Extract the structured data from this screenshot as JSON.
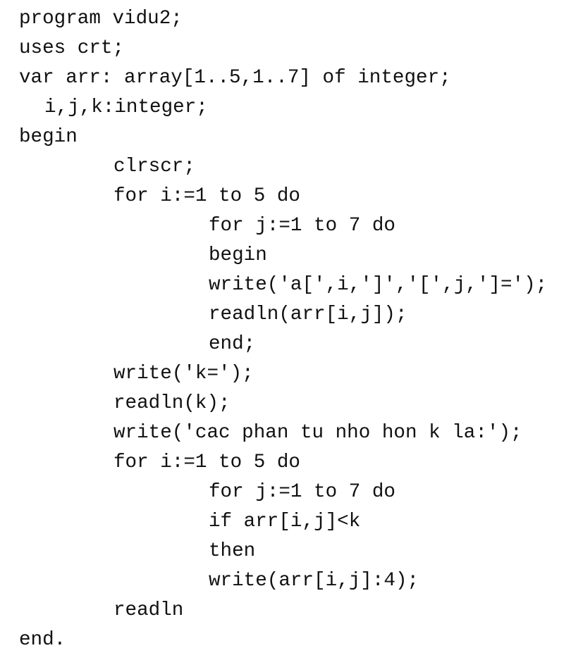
{
  "code_lines": [
    {
      "text": "program vidu2;",
      "indent": 0
    },
    {
      "text": "uses crt;",
      "indent": 0
    },
    {
      "text": "var arr: array[1..5,1..7] of integer;",
      "indent": 0
    },
    {
      "text": "i,j,k:integer;",
      "indent": 1
    },
    {
      "text": "begin",
      "indent": 0
    },
    {
      "text": "clrscr;",
      "indent": 2
    },
    {
      "text": "for i:=1 to 5 do",
      "indent": 2
    },
    {
      "text": "for j:=1 to 7 do",
      "indent": 3
    },
    {
      "text": "begin",
      "indent": 3
    },
    {
      "text": "write('a[',i,']','[',j,']=');",
      "indent": 3
    },
    {
      "text": "readln(arr[i,j]);",
      "indent": 3
    },
    {
      "text": "end;",
      "indent": 3
    },
    {
      "text": "write('k=');",
      "indent": 2
    },
    {
      "text": "readln(k);",
      "indent": 2
    },
    {
      "text": "write('cac phan tu nho hon k la:');",
      "indent": 2
    },
    {
      "text": "for i:=1 to 5 do",
      "indent": 2
    },
    {
      "text": "for j:=1 to 7 do",
      "indent": 3
    },
    {
      "text": "if arr[i,j]<k",
      "indent": 3
    },
    {
      "text": "then",
      "indent": 3
    },
    {
      "text": "write(arr[i,j]:4);",
      "indent": 3
    },
    {
      "text": "readln",
      "indent": 2
    },
    {
      "text": "end.",
      "indent": 0
    }
  ]
}
